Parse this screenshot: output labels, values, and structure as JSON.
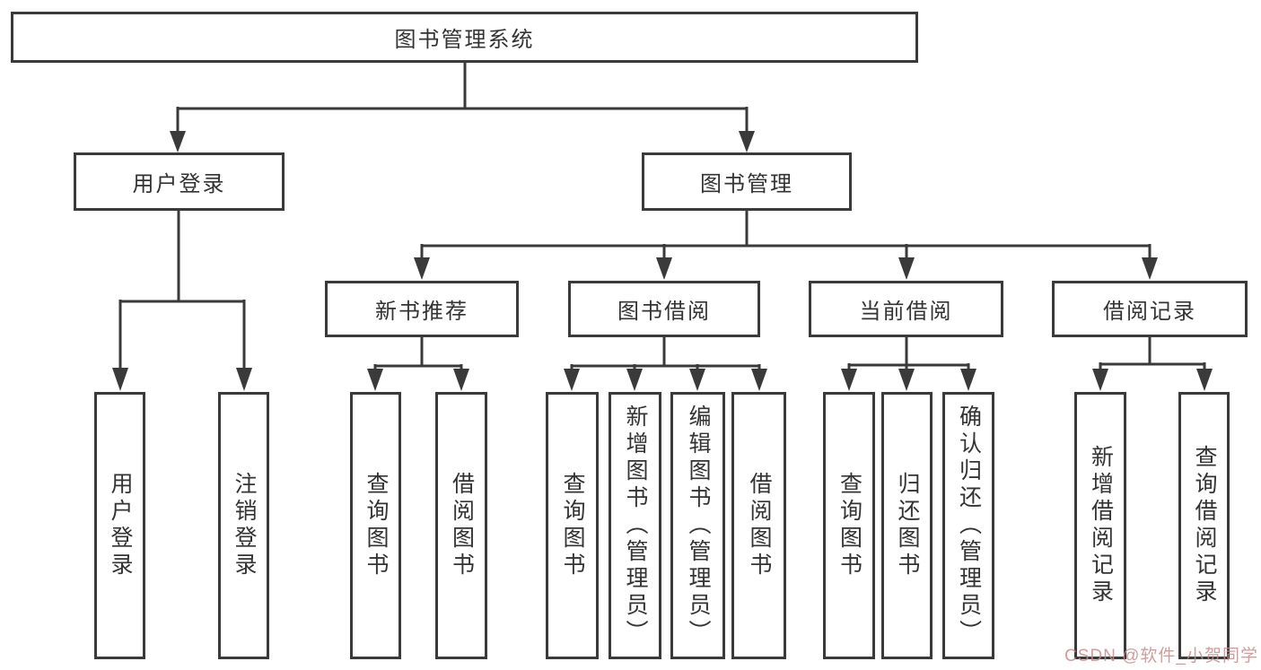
{
  "diagram": {
    "root": {
      "label": "图书管理系统"
    },
    "level2": {
      "user_login": {
        "label": "用户登录"
      },
      "book_management": {
        "label": "图书管理"
      }
    },
    "level3": {
      "new_book_recommend": {
        "label": "新书推荐"
      },
      "book_borrow": {
        "label": "图书借阅"
      },
      "current_borrow": {
        "label": "当前借阅"
      },
      "borrow_record": {
        "label": "借阅记录"
      }
    },
    "leaves": {
      "user_login": [
        "用户登录",
        "注销登录"
      ],
      "new_book_recommend": [
        "查询图书",
        "借阅图书"
      ],
      "book_borrow": [
        "查询图书",
        "新增图书（管理员）",
        "编辑图书（管理员）",
        "借阅图书"
      ],
      "current_borrow": [
        "查询图书",
        "归还图书",
        "确认归还（管理员）"
      ],
      "borrow_record": [
        "新增借阅记录",
        "查询借阅记录"
      ]
    }
  },
  "colors": {
    "line": "#3a3a3a",
    "text": "#333333",
    "watermark": "#c58c8c",
    "background": "#ffffff"
  },
  "watermark": {
    "text": "CSDN @软件_小贺同学"
  }
}
